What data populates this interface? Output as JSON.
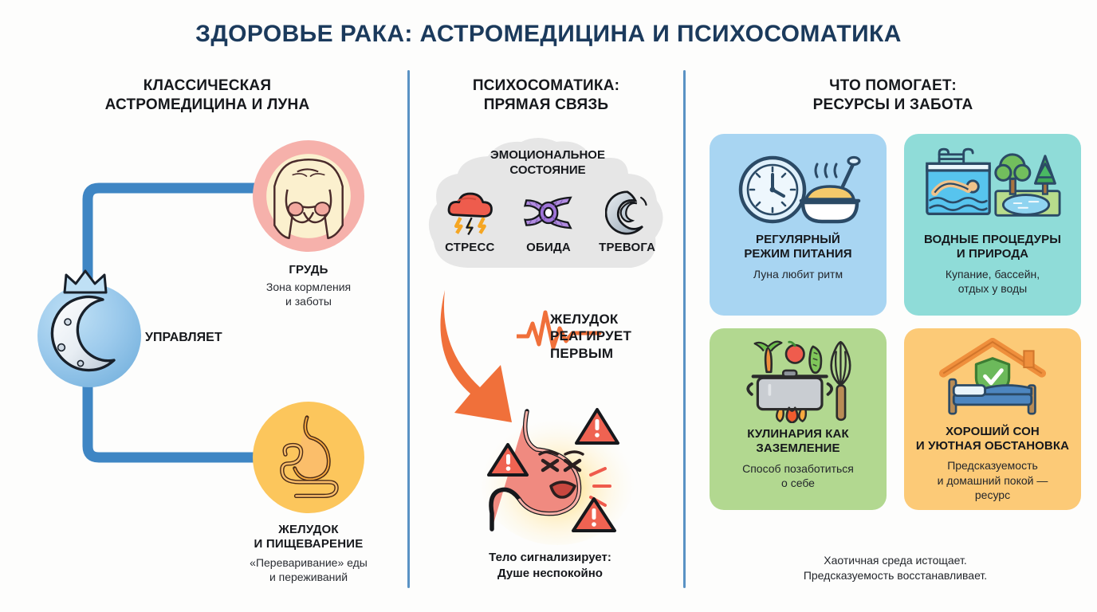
{
  "title": "ЗДОРОВЬЕ РАКА: АСТРОМЕДИЦИНА И ПСИХОСОМАТИКА",
  "columns": {
    "left": {
      "heading_line1": "КЛАССИЧЕСКАЯ",
      "heading_line2": "АСТРОМЕДИЦИНА И ЛУНА",
      "moon_label": "УПРАВЛЯЕТ",
      "nodes": [
        {
          "icon": "breast-icon",
          "title": "ГРУДЬ",
          "subtitle_line1": "Зона кормления",
          "subtitle_line2": "и заботы",
          "circle_color": "#f6b1ab"
        },
        {
          "icon": "stomach-digestion-icon",
          "title_line1": "ЖЕЛУДОК",
          "title_line2": "И ПИЩЕВАРЕНИЕ",
          "subtitle_line1": "«Переваривание» еды",
          "subtitle_line2": "и переживаний",
          "circle_color": "#fcc65c"
        }
      ]
    },
    "middle": {
      "heading_line1": "ПСИХОСОМАТИКА:",
      "heading_line2": "ПРЯМАЯ СВЯЗЬ",
      "cloud_title_line1": "ЭМОЦИОНАЛЬНОЕ",
      "cloud_title_line2": "СОСТОЯНИЕ",
      "emotions": [
        {
          "icon": "storm-cloud-icon",
          "label": "СТРЕСС"
        },
        {
          "icon": "knot-rope-icon",
          "label": "ОБИДА"
        },
        {
          "icon": "wave-icon",
          "label": "ТРЕВОГА"
        }
      ],
      "reaction_line1": "ЖЕЛУДОК",
      "reaction_line2": "РЕАГИРУЕТ",
      "reaction_line3": "ПЕРВЫМ",
      "signal_line1": "Тело сигнализирует:",
      "signal_line2": "Душе неспокойно"
    },
    "right": {
      "heading_line1": "ЧТО ПОМОГАЕТ:",
      "heading_line2": "РЕСУРСЫ И ЗАБОТА",
      "cards": [
        {
          "icon": "clock-bowl-icon",
          "title_line1": "РЕГУЛЯРНЫЙ",
          "title_line2": "РЕЖИМ ПИТАНИЯ",
          "subtitle_line1": "Луна любит ритм",
          "subtitle_line2": "",
          "color": "#a8d5f2"
        },
        {
          "icon": "pool-nature-icon",
          "title_line1": "ВОДНЫЕ ПРОЦЕДУРЫ",
          "title_line2": "И ПРИРОДА",
          "subtitle_line1": "Купание, бассейн,",
          "subtitle_line2": "отдых у воды",
          "color": "#8fdcd8"
        },
        {
          "icon": "cooking-pot-icon",
          "title_line1": "КУЛИНАРИЯ КАК",
          "title_line2": "ЗАЗЕМЛЕНИЕ",
          "subtitle_line1": "Способ позаботиться",
          "subtitle_line2": "о себе",
          "color": "#b2d890"
        },
        {
          "icon": "bed-home-icon",
          "title_line1": "ХОРОШИЙ СОН",
          "title_line2": "И УЮТНАЯ ОБСТАНОВКА",
          "subtitle_line1": "Предсказуемость",
          "subtitle_line2": "и домашний покой —",
          "subtitle_line3": "ресурс",
          "color": "#fcca77"
        }
      ],
      "footer_line1": "Хаотичная среда истощает.",
      "footer_line2": "Предсказуемость восстанавливает."
    }
  },
  "colors": {
    "title": "#1b3a5c",
    "divider": "#5a92c4",
    "connector": "#3f86c4",
    "arrow": "#f0703a",
    "background": "#fdfdfc"
  }
}
